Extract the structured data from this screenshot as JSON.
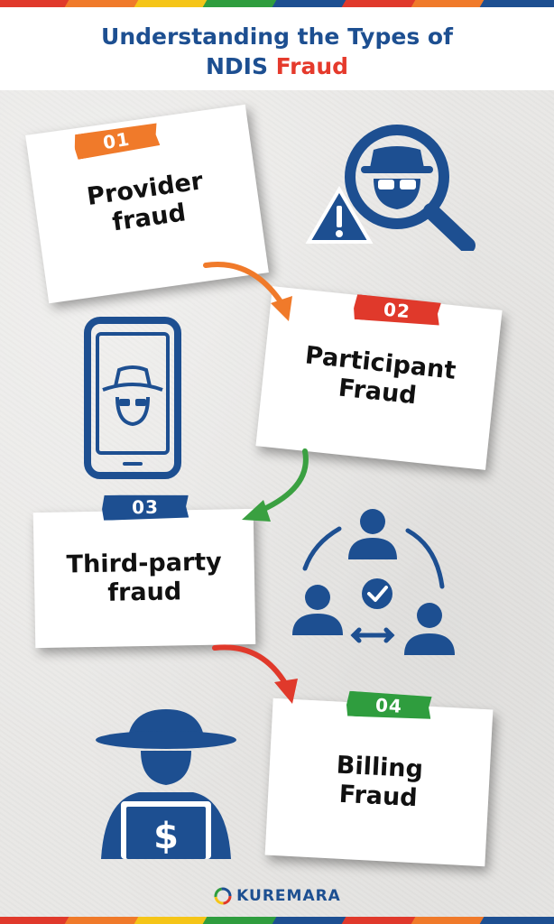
{
  "title": {
    "line1": "Understanding the Types of",
    "line2_prefix": "NDIS ",
    "line2_accent": "Fraud"
  },
  "steps": [
    {
      "number": "01",
      "line1": "Provider",
      "line2": "fraud",
      "tag_color": "#f07a2a",
      "icon": "spy-magnifier-warning-icon"
    },
    {
      "number": "02",
      "line1": "Participant",
      "line2": "Fraud",
      "tag_color": "#e0392b",
      "icon": "smartphone-spy-icon"
    },
    {
      "number": "03",
      "line1": "Third-party",
      "line2": "fraud",
      "tag_color": "#1d4f91",
      "icon": "three-people-network-icon"
    },
    {
      "number": "04",
      "line1": "Billing",
      "line2": "Fraud",
      "tag_color": "#2f9d3e",
      "icon": "hacker-laptop-dollar-icon"
    }
  ],
  "arrow_colors": [
    "#f07a2a",
    "#3aa041",
    "#e0392b"
  ],
  "brand": {
    "name": "KUREMARA"
  },
  "colors": {
    "primary": "#1d4f91",
    "accent": "#e53a2c",
    "stripe": [
      "#e0392b",
      "#f07a2a",
      "#f5c518",
      "#2f9d3e",
      "#1d4f91",
      "#e0392b",
      "#f07a2a",
      "#1d4f91"
    ]
  }
}
